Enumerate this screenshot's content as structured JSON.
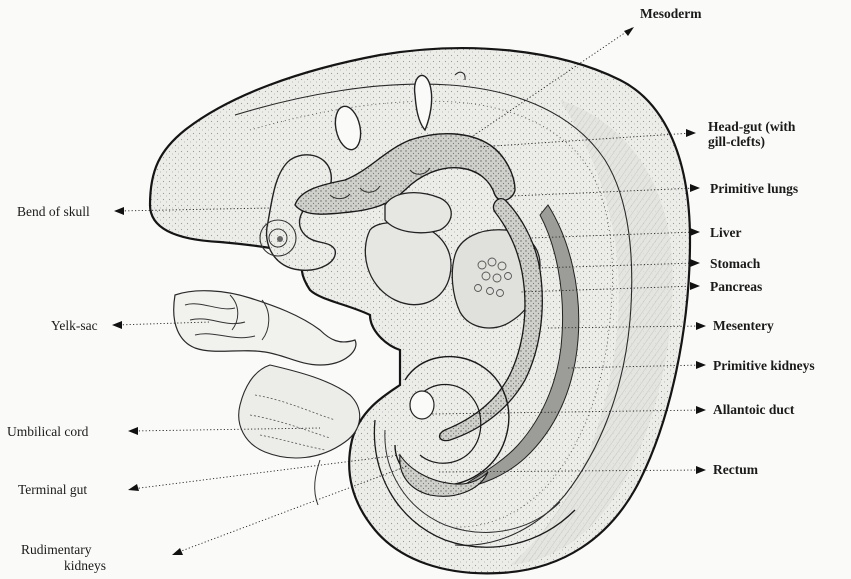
{
  "figure": {
    "labels": {
      "mesoderm": "Mesoderm",
      "head_gut_1": "Head-gut (with",
      "head_gut_2": "gill-clefts)",
      "primitive_lungs": "Primitive lungs",
      "liver": "Liver",
      "stomach": "Stomach",
      "pancreas": "Pancreas",
      "mesentery": "Mesentery",
      "primitive_kidneys": "Primitive kidneys",
      "allantoic_duct": "Allantoic duct",
      "rectum": "Rectum",
      "bend_of_skull": "Bend of skull",
      "yelk_sac": "Yelk-sac",
      "umbilical_cord": "Umbilical cord",
      "terminal_gut": "Terminal gut",
      "rudimentary_kidneys_1": "Rudimentary",
      "rudimentary_kidneys_2": "kidneys"
    },
    "colors": {
      "ink": "#1a1a1a",
      "body_fill": "#e9e9e6",
      "organ_fill": "#d8d8d4",
      "dark_band": "#8a8a86",
      "paper": "#fafaf8"
    }
  }
}
